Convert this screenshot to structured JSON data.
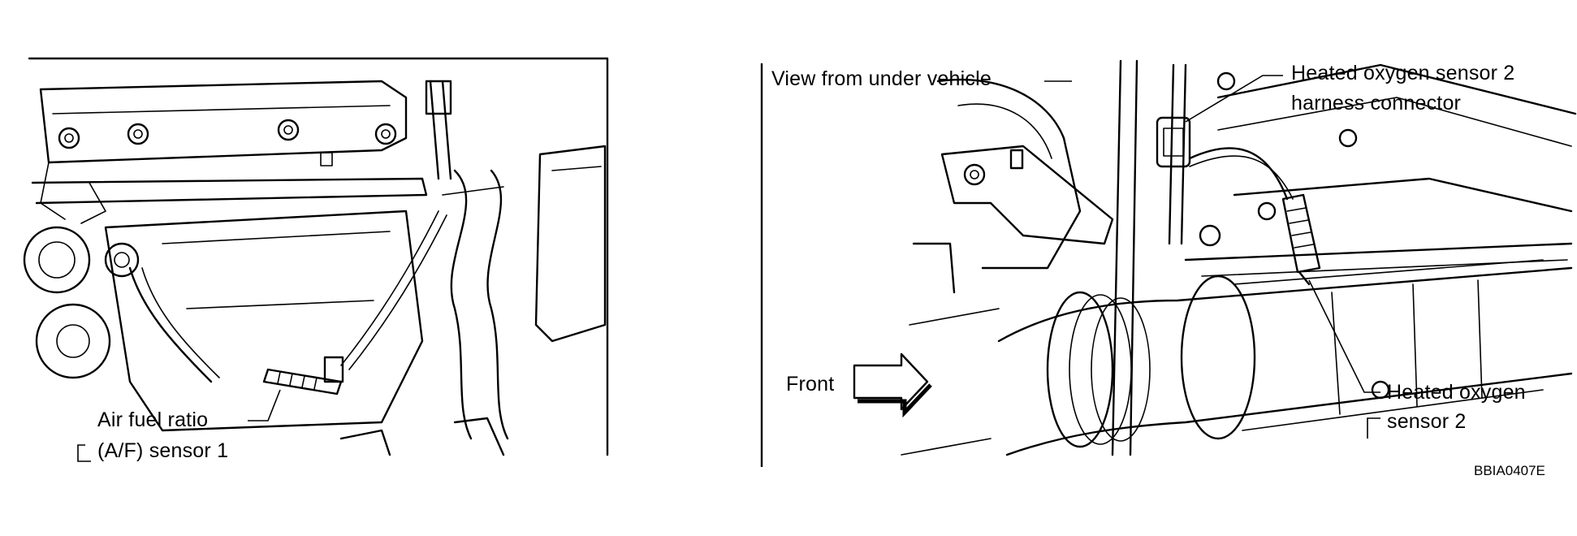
{
  "left_panel": {
    "callout": {
      "line1": "Air fuel ratio",
      "line2": "(A/F) sensor 1"
    }
  },
  "right_panel": {
    "view_label": "View from under vehicle",
    "front_label": "Front",
    "harness_callout": {
      "line1": "Heated oxygen sensor 2",
      "line2": "harness connector"
    },
    "sensor_callout": {
      "line1": "Heated oxygen",
      "line2": "sensor 2"
    }
  },
  "figure_code": "BBIA0407E"
}
